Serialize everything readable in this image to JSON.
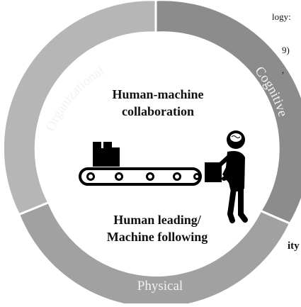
{
  "cropped_text": {
    "line_1": "logy:",
    "line_2": "9)",
    "line_3": ",",
    "line_4": "ity"
  },
  "diagram": {
    "ring_segments": [
      {
        "label": "Cognitive",
        "color": "#8c8c8c"
      },
      {
        "label": "Physical",
        "color": "#a1a1a1"
      },
      {
        "label": "Organizational",
        "color": "#b6b6b6"
      }
    ],
    "center_top_line1": "Human-machine",
    "center_top_line2": "collaboration",
    "center_bottom_line1": "Human leading/",
    "center_bottom_line2": "Machine following"
  }
}
